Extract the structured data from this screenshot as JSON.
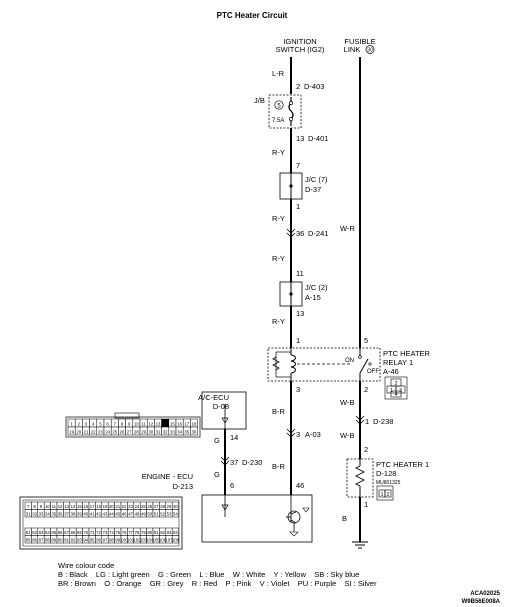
{
  "title": "PTC Heater Circuit",
  "sources": {
    "ignition_line1": "IGNITION",
    "ignition_line2": "SWITCH (IG2)",
    "fusible_line1": "FUSIBLE",
    "fusible_line2": "LINK",
    "fusible_number": "30"
  },
  "wire_colors_on_diagram": {
    "ign_top": "L-R",
    "jc7_in": "R-Y",
    "jc7_out": "R-Y",
    "jc2_in": "R-Y",
    "jc2_out": "R-Y",
    "fusible": "W-R",
    "relay_to_engine": "B-R",
    "engine_wire": "B-R",
    "ac_engine": "G",
    "ac_engine2": "G",
    "relay_heater1": "W-B",
    "relay_heater2": "W-B",
    "heater_ground": "B"
  },
  "pins": {
    "ign_2": "2",
    "conn_d403": "D-403",
    "fuse_13": "13",
    "conn_d401": "D-401",
    "jc7_7": "7",
    "jc7_1": "1",
    "p36": "36",
    "conn_d241": "D-241",
    "jc2_11": "11",
    "jc2_13": "13",
    "relay_1": "1",
    "relay_3": "3",
    "relay_5": "5",
    "relay_2": "2",
    "p3": "3",
    "conn_a03": "A-03",
    "p1": "1",
    "conn_d238": "D-238",
    "heater_2": "2",
    "heater_1": "1",
    "ac_14": "14",
    "p37": "37",
    "conn_d230": "D-230",
    "ecu_6": "6",
    "ecu_46": "46"
  },
  "jb": {
    "label": "J/B",
    "fuse_no": "5",
    "rating": "7.5A"
  },
  "jc7": {
    "name": "J/C (7)",
    "conn": "D-37"
  },
  "jc2": {
    "name": "J/C (2)",
    "conn": "A-15"
  },
  "relay": {
    "name1": "PTC HEATER",
    "name2": "RELAY 1",
    "conn": "A-46",
    "on": "ON",
    "off": "OFF",
    "pin_labels": [
      "2",
      "1",
      "4",
      "3"
    ]
  },
  "heater": {
    "name": "PTC HEATER 1",
    "conn": "D-128",
    "part": "MU801325",
    "pin_labels": [
      "1",
      "2"
    ]
  },
  "ac_ecu": {
    "name": "A/C-ECU",
    "conn": "D-08",
    "row1": [
      "1",
      "2",
      "3",
      "4",
      "5",
      "6",
      "7",
      "8",
      "9",
      "10",
      "11",
      "12",
      "13",
      "14",
      "15",
      "16",
      "17",
      "18"
    ],
    "row2": [
      "19",
      "20",
      "21",
      "22",
      "23",
      "24",
      "25",
      "26",
      "27",
      "28",
      "29",
      "30",
      "31",
      "32",
      "33",
      "34",
      "35",
      "36"
    ],
    "highlight": [
      "14"
    ]
  },
  "engine_ecu": {
    "name": "ENGINE - ECU",
    "conn": "D-213",
    "block1_row1": [
      "7",
      "8",
      "9",
      "10",
      "11",
      "12",
      "13",
      "14",
      "15",
      "16",
      "17",
      "18",
      "19",
      "20",
      "21",
      "22",
      "23",
      "24",
      "25",
      "26",
      "27",
      "28",
      "29",
      "30"
    ],
    "block1_row2": [
      "31",
      "32",
      "33",
      "34",
      "35",
      "36",
      "37",
      "38",
      "39",
      "40",
      "41",
      "42",
      "43",
      "44",
      "45",
      "46",
      "47",
      "48",
      "49",
      "50",
      "51",
      "52",
      "53",
      "54"
    ],
    "block2_row1": [
      "61",
      "62",
      "63",
      "64",
      "65",
      "66",
      "67",
      "68",
      "69",
      "70",
      "71",
      "72",
      "73",
      "74",
      "75",
      "76",
      "77",
      "78",
      "79",
      "80",
      "81",
      "82",
      "83",
      "84"
    ],
    "block2_row2": [
      "85",
      "86",
      "87",
      "88",
      "89",
      "90",
      "91",
      "92",
      "93",
      "94",
      "95",
      "96",
      "97",
      "98",
      "99",
      "100",
      "101",
      "102",
      "103",
      "104",
      "105",
      "106",
      "107",
      "108"
    ]
  },
  "legend": {
    "heading": "Wire colour code",
    "line1": "B : Black    LG : Light green    G : Green    L : Blue    W : White    Y : Yellow    SB : Sky blue",
    "line2": "BR : Brown    O : Orange    GR : Grey    R : Red    P : Pink    V : Violet    PU : Purple    SI : Silver"
  },
  "codes": {
    "figure": "ACA02025",
    "doc": "W9B56E008A"
  }
}
